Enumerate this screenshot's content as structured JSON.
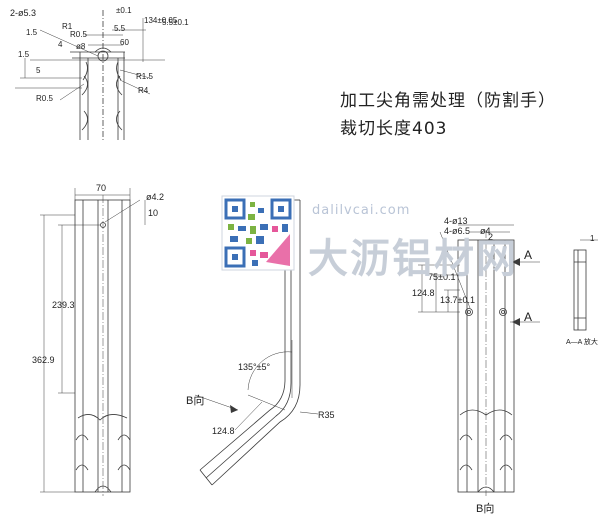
{
  "notes": {
    "line1": "加工尖角需处理（防割手）",
    "line2": "裁切长度403"
  },
  "watermark": {
    "url": "dalilvcai.com",
    "brand": "大沥铝材网"
  },
  "views": {
    "b_view_label_left": "B向",
    "b_view_label_bottom": "B向",
    "section_arrow": "A",
    "section_label": "A—A 放大"
  },
  "dims": {
    "d_2_phi53": "2-ø5.3",
    "d_15a": "1.5",
    "d_15b": "1.5",
    "d_r1": "R1",
    "d_r05a": "R0.5",
    "d_r05b": "R0.5",
    "d_4": "4",
    "d_5": "5",
    "d_phi8": "ø8",
    "d_60": "60",
    "d_55": "5.5",
    "d_tol": "±0.1",
    "d_134": "134±0.05",
    "d_5401": "5.5±0.1",
    "d_r15": "R1.5",
    "d_r4": "R4",
    "d_70": "70",
    "d_phi42": "ø4.2",
    "d_10": "10",
    "d_2393": "239.3",
    "d_3629": "362.9",
    "d_135": "135°±5°",
    "d_r35": "R35",
    "d_1248": "124.8",
    "d_phi13": "4-ø13",
    "d_phi65": "4-ø6.5",
    "d_phi4": "ø4",
    "d_2": "2",
    "d_1248b": "124.8",
    "d_75": "75±0.1",
    "d_137": "13.7±0.1",
    "d_1": "1"
  },
  "colors": {
    "line": "#3a3a3a",
    "watermark": "#c7ced8",
    "qr_blue": "#3b6fb6",
    "qr_green": "#7cb342",
    "qr_pink": "#e5579a"
  }
}
